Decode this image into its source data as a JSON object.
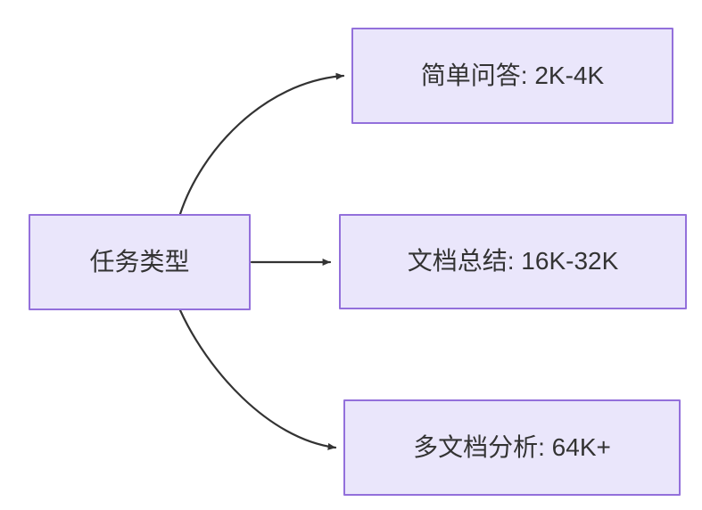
{
  "diagram": {
    "type": "flowchart",
    "direction": "left-to-right",
    "background_color": "#ffffff",
    "node_fill_color": "#eae6fb",
    "node_border_color": "#9370db",
    "text_color": "#333333",
    "edge_color": "#333333",
    "root": {
      "id": "root",
      "label": "任务类型"
    },
    "branches": [
      {
        "id": "simple-qa",
        "label": "简单问答: 2K-4K",
        "task": "简单问答",
        "range": "2K-4K"
      },
      {
        "id": "doc-summary",
        "label": "文档总结: 16K-32K",
        "task": "文档总结",
        "range": "16K-32K"
      },
      {
        "id": "multi-doc",
        "label": "多文档分析: 64K+",
        "task": "多文档分析",
        "range": "64K+"
      }
    ],
    "edges": [
      {
        "id": "edge-root-simple-qa",
        "from": "root",
        "to": "simple-qa",
        "style": "curved",
        "arrow": "triangle"
      },
      {
        "id": "edge-root-doc-summary",
        "from": "root",
        "to": "doc-summary",
        "style": "straight",
        "arrow": "triangle"
      },
      {
        "id": "edge-root-multi-doc",
        "from": "root",
        "to": "multi-doc",
        "style": "curved",
        "arrow": "triangle"
      }
    ]
  }
}
